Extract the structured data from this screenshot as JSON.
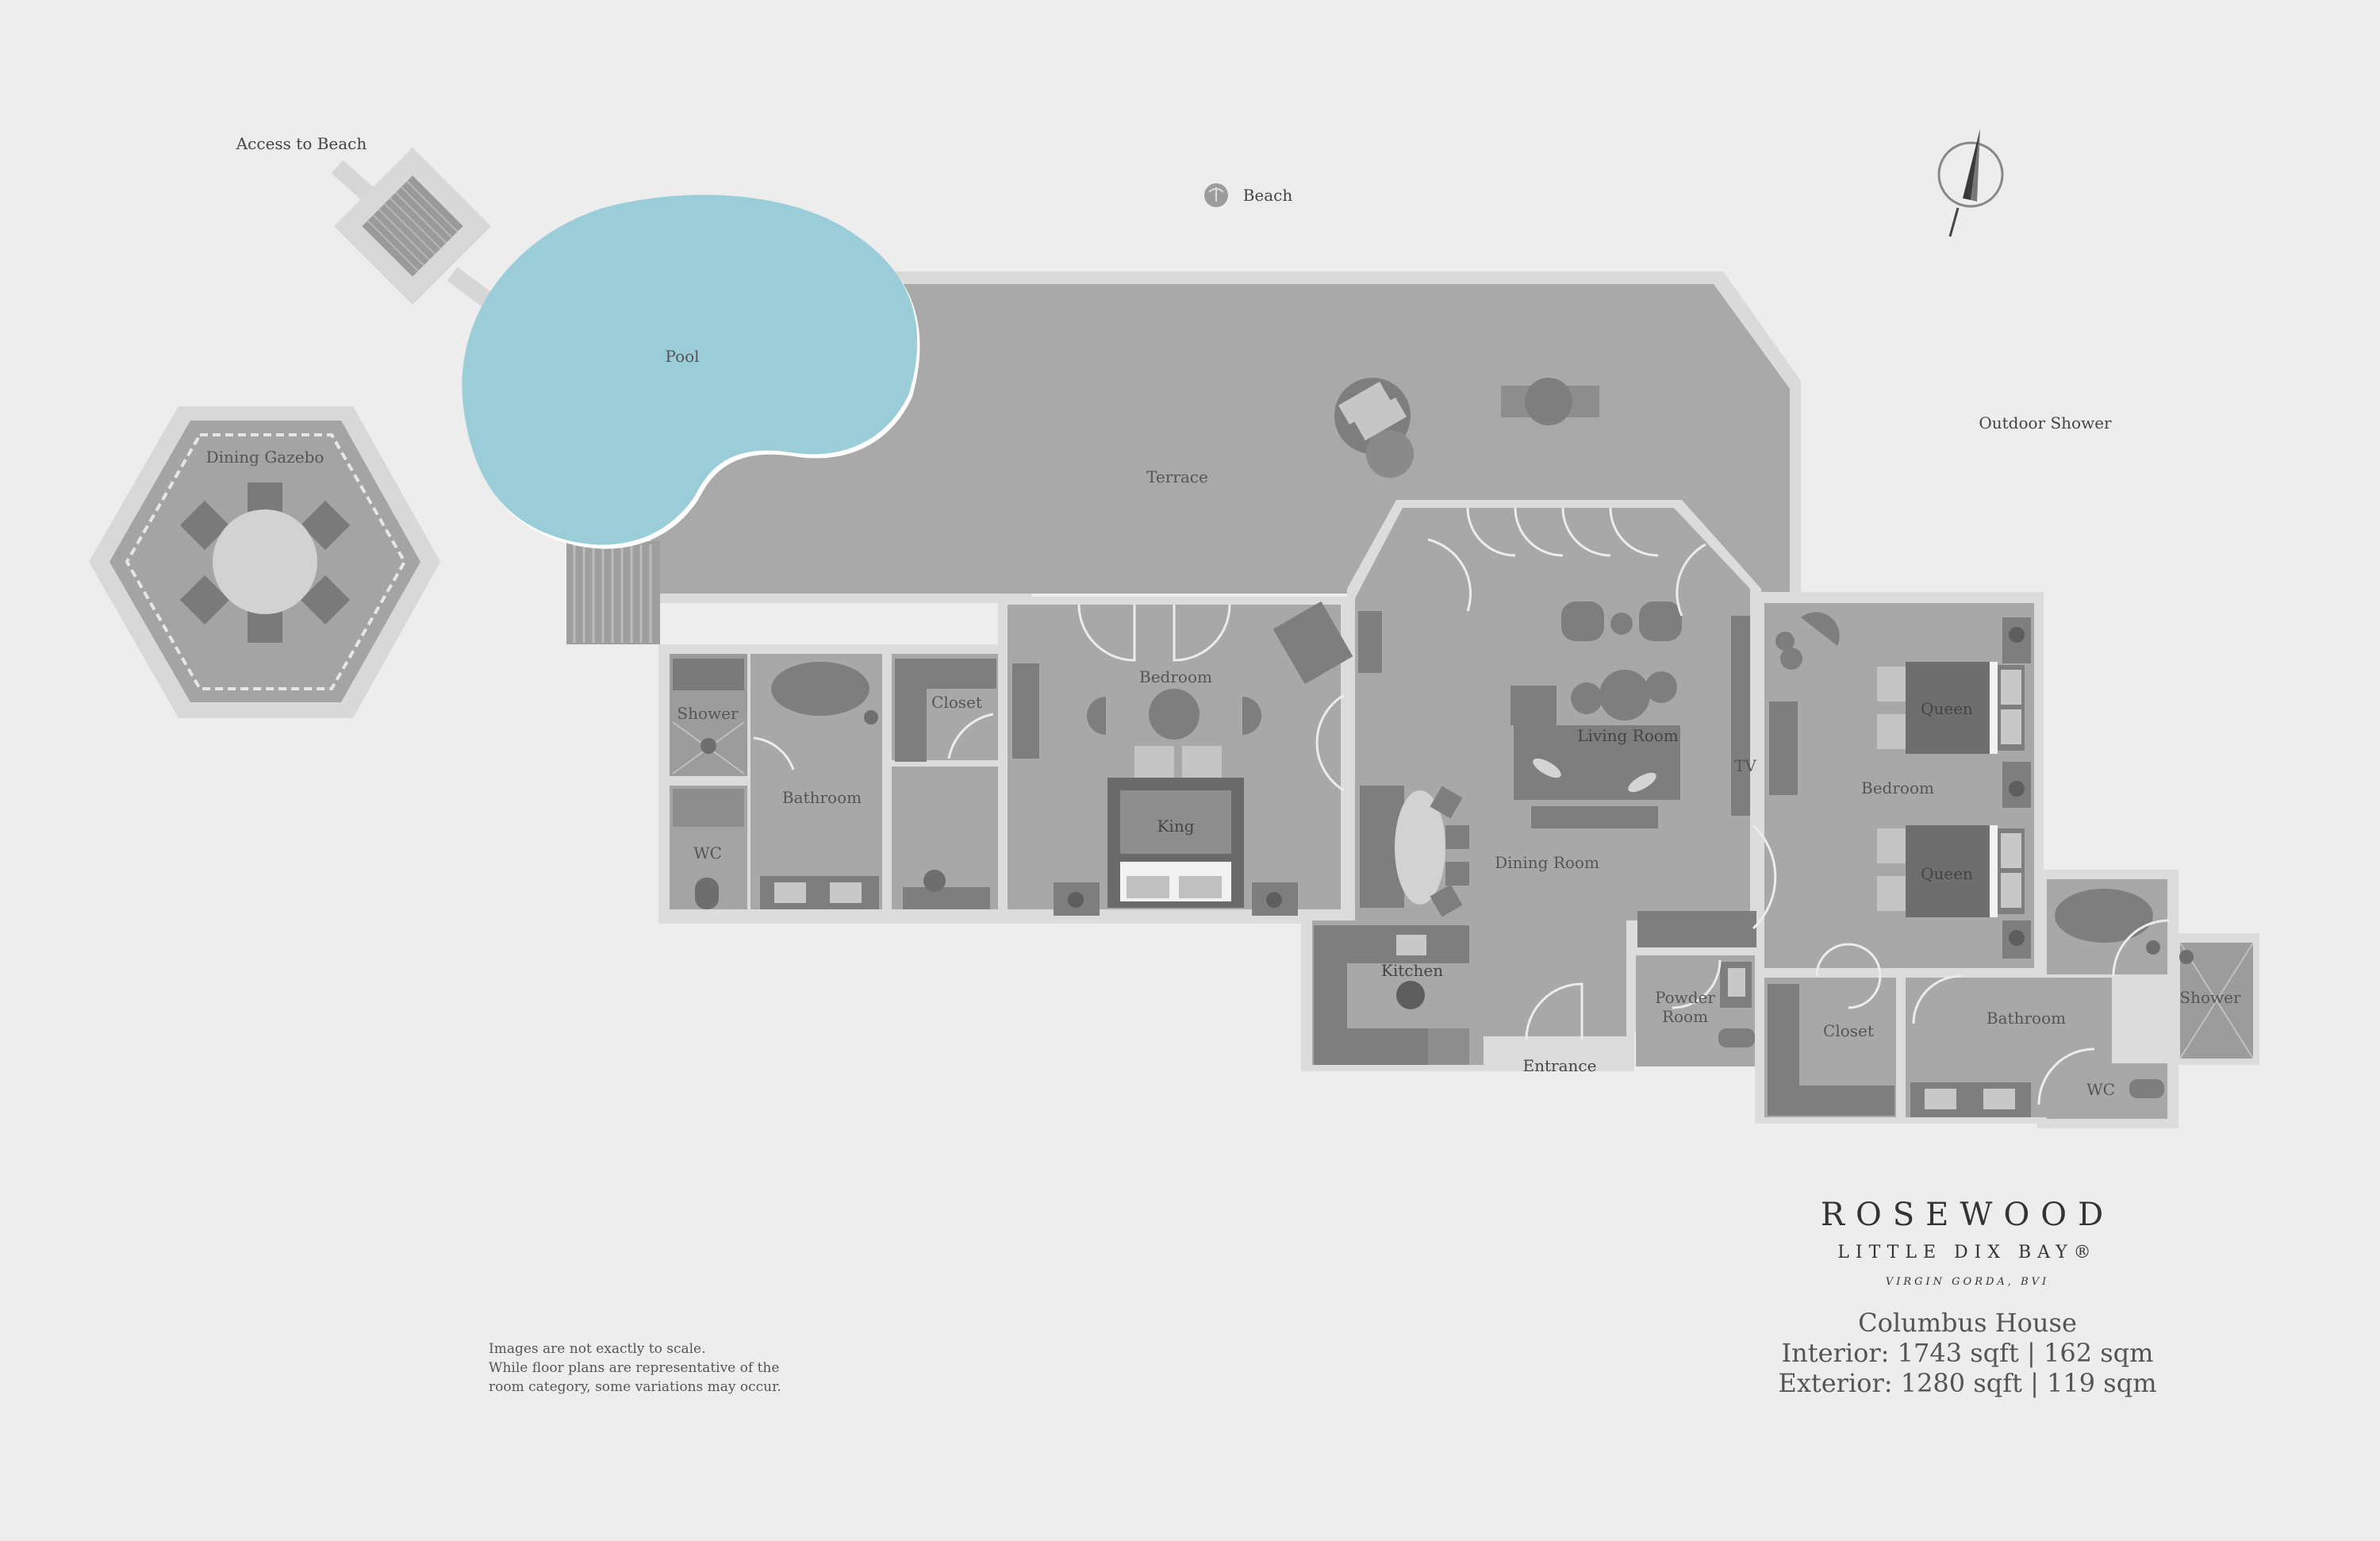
{
  "labels": {
    "access_to_beach": "Access to Beach",
    "beach": "Beach",
    "outdoor_shower": "Outdoor Shower",
    "pool": "Pool",
    "dining_gazebo": "Dining Gazebo",
    "terrace": "Terrace",
    "shower_left": "Shower",
    "closet_left": "Closet",
    "bedroom_left": "Bedroom",
    "bathroom_left": "Bathroom",
    "wc_left": "WC",
    "king": "King",
    "living_room": "Living Room",
    "tv": "TV",
    "dining_room": "Dining Room",
    "kitchen": "Kitchen",
    "powder_room_line1": "Powder",
    "powder_room_line2": "Room",
    "entrance": "Entrance",
    "bedroom_right": "Bedroom",
    "queen_top": "Queen",
    "queen_bottom": "Queen",
    "closet_right": "Closet",
    "bathroom_right": "Bathroom",
    "wc_right": "WC",
    "shower_right": "Shower"
  },
  "brand": {
    "name": "ROSEWOOD",
    "subtitle": "LITTLE DIX BAY®",
    "location": "VIRGIN GORDA, BVI"
  },
  "house": {
    "name": "Columbus House",
    "interior": "Interior: 1743 sqft | 162 sqm",
    "exterior": "Exterior: 1280 sqft | 119 sqm"
  },
  "disclaimer": {
    "line1": "Images are not exactly to scale.",
    "line2": "While floor plans are representative of the",
    "line3": "room category, some variations may occur."
  },
  "colors": {
    "background": "#ededed",
    "terrace": "#a9a9a9",
    "walls": "#dcdcdc",
    "pool": "#9acdd8",
    "furniture": "#8a8a8a",
    "dark_furniture": "#6b6b6b"
  }
}
